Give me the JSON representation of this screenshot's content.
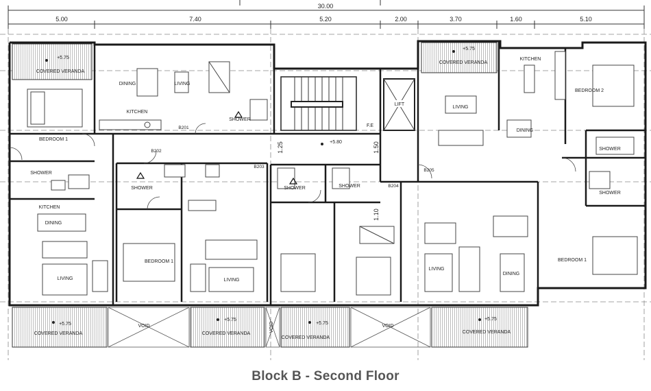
{
  "caption": "Block B - Second Floor",
  "dimensions": {
    "total": "30.00",
    "segments": [
      "5.00",
      "7.40",
      "5.20",
      "2.00",
      "3.70",
      "1.60",
      "5.10"
    ],
    "vertical": [
      "1.25",
      "1.50",
      "1.10"
    ]
  },
  "elevations": {
    "veranda_tl": "+5.75",
    "veranda_tr": "+5.75",
    "veranda_b1": "+5.75",
    "veranda_b2": "+5.75",
    "veranda_b3": "+5.75",
    "veranda_b4": "+5.75",
    "corridor": "+5.80"
  },
  "rooms": {
    "covered_veranda": "COVERED VERANDA",
    "bedroom_1": "BEDROOM 1",
    "bedroom_2": "BEDROOM 2",
    "dining": "DINING",
    "living": "LIVING",
    "kitchen": "KITCHEN",
    "shower": "SHOWER",
    "void": "VOID",
    "lift": "LIFT",
    "fe": "F.E"
  },
  "doors": [
    "B201",
    "B202",
    "B203",
    "B204",
    "B205"
  ],
  "colors": {
    "wall": "#1a1a1a",
    "caption": "#555555",
    "accent": "#2b8fb0"
  }
}
